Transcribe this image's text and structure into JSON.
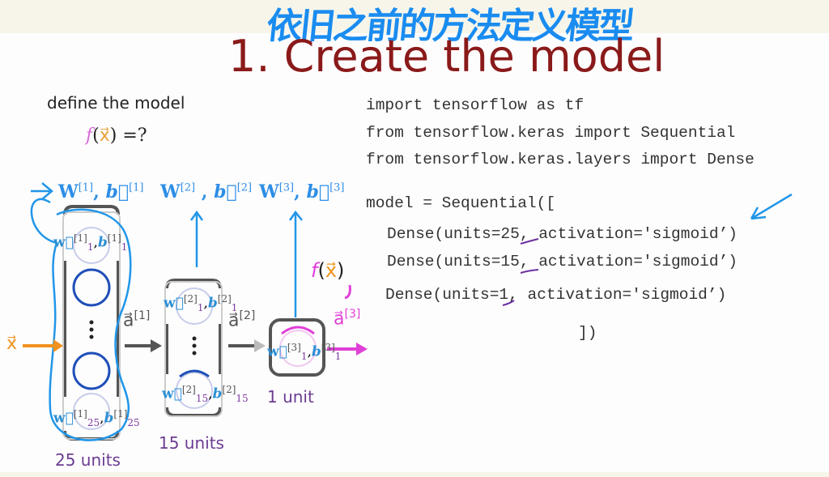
{
  "annotation_title": "依旧之前的方法定义模型",
  "slide_title": "1. Create the model",
  "left_panel": {
    "define_label": "define the model",
    "fx": {
      "f": "f",
      "open": "(",
      "x": "x⃗",
      "close": ")",
      "rest": " =?"
    },
    "params": [
      {
        "w": "W",
        "w_sup": "[1]",
        "b": "b⃗",
        "b_sup": "[1]"
      },
      {
        "w": "W",
        "w_sup": "[2]",
        "b": "b⃗",
        "b_sup": "[2]"
      },
      {
        "w": "W",
        "w_sup": "[3]",
        "b": "b⃗",
        "b_sup": "[3]"
      }
    ],
    "input_label": "x⃗",
    "layers": [
      {
        "units_label": "25 units",
        "top_neuron": {
          "w": "w⃗",
          "sub": "1",
          "sup": "[1]",
          "b": "b",
          "bsub": "1",
          "bsup": "[1]"
        },
        "bottom_neuron": {
          "w": "w⃗",
          "sub": "25",
          "sup": "[1]",
          "b": "b",
          "bsub": "25",
          "bsup": "[1]"
        },
        "output": "a⃗",
        "output_sup": "[1]"
      },
      {
        "units_label": "15 units",
        "top_neuron": {
          "w": "w⃗",
          "sub": "1",
          "sup": "[2]",
          "b": "b",
          "bsub": "1",
          "bsup": "[2]"
        },
        "bottom_neuron": {
          "w": "w⃗",
          "sub": "15",
          "sup": "[2]",
          "b": "b",
          "bsub": "15",
          "bsup": "[2]"
        },
        "output": "a⃗",
        "output_sup": "[2]"
      },
      {
        "units_label": "1 unit",
        "top_neuron": {
          "w": "w⃗",
          "sub": "1",
          "sup": "[3]",
          "b": "b",
          "bsub": "1",
          "bsup": "[3]"
        },
        "output": "a⃗",
        "output_sup": "[3]"
      }
    ],
    "handwritten_fx": {
      "f": "f",
      "open": "(",
      "x": "x⃗",
      "close": ")"
    },
    "vdots": "⋮"
  },
  "code": {
    "lines": [
      "import tensorflow as tf",
      "from tensorflow.keras import Sequential",
      "from tensorflow.keras.layers import Dense",
      "model = Sequential([",
      "Dense(units=25, activation='sigmoid’)",
      "Dense(units=15, activation='sigmoid’)",
      "Dense(units=1, activation='sigmoid’)",
      "])"
    ]
  },
  "colors": {
    "title": "#8a1a1a",
    "annotation_blue": "#1a8cf0",
    "input_orange": "#f0921e",
    "output_magenta": "#e040d8",
    "units_purple": "#6b3c92",
    "neuron_blue": "#1f4fb8",
    "background_strip": "#f7f5ea"
  }
}
